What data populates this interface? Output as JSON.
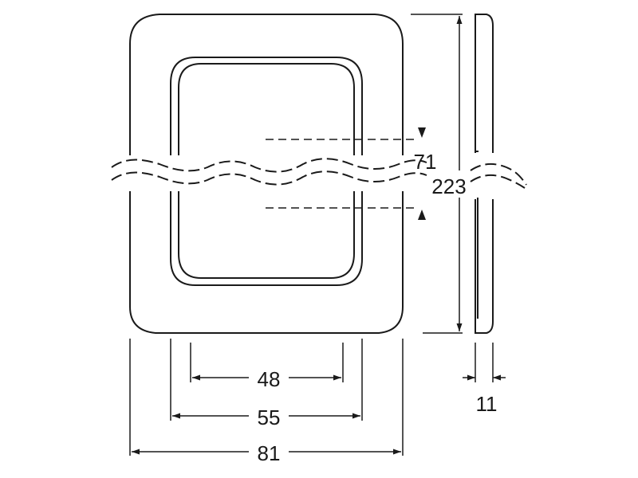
{
  "dimensions": {
    "inner_width": "48",
    "outer_opening_width": "55",
    "total_width": "81",
    "depth": "11",
    "pitch": "71",
    "total_height": "223"
  },
  "colors": {
    "stroke": "#1a1a1a",
    "background": "#ffffff"
  }
}
